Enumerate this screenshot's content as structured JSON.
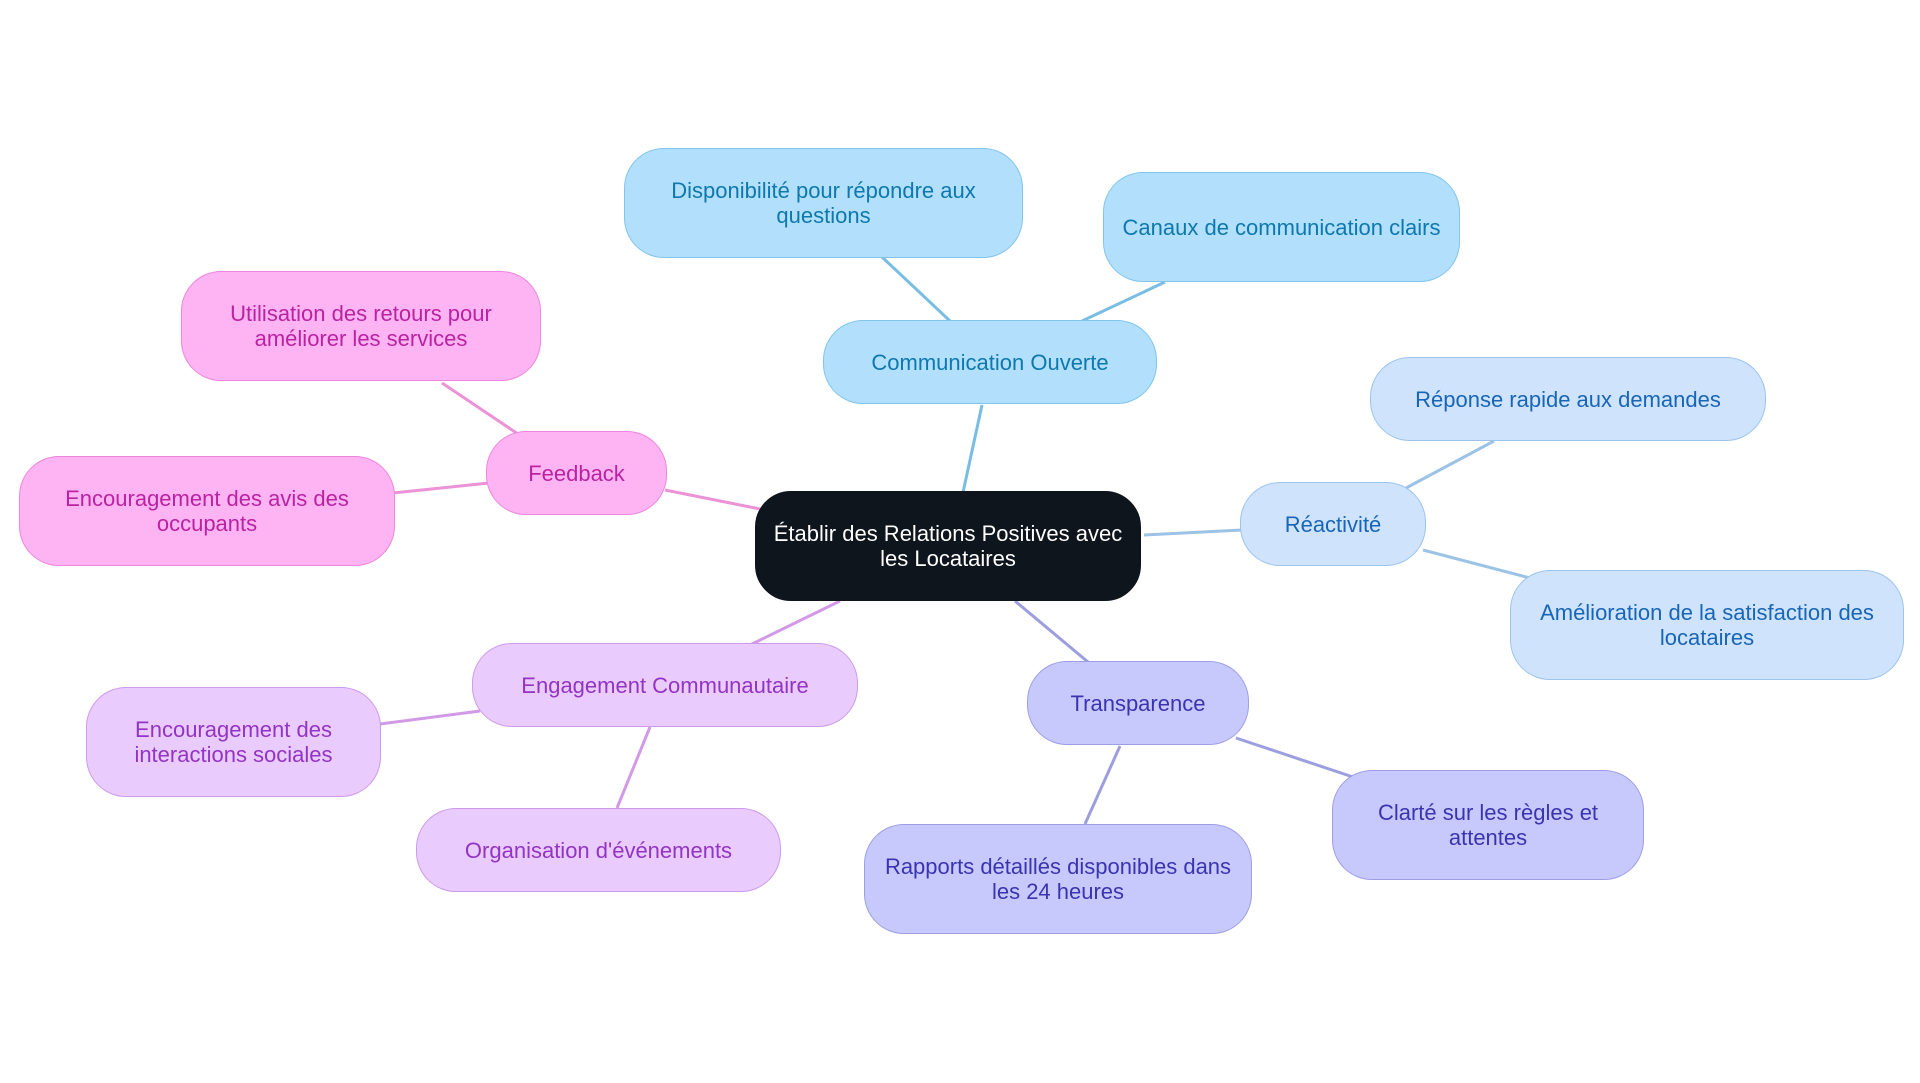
{
  "root": {
    "label": "Établir des Relations Positives avec les Locataires"
  },
  "branches": [
    {
      "key": "communication",
      "label": "Communication Ouverte",
      "color": "#7abde3",
      "children": [
        "Disponibilité pour répondre aux questions",
        "Canaux de communication clairs"
      ]
    },
    {
      "key": "reactivite",
      "label": "Réactivité",
      "color": "#9cc3e6",
      "children": [
        "Réponse rapide aux demandes",
        "Amélioration de la satisfaction des locataires"
      ]
    },
    {
      "key": "transparence",
      "label": "Transparence",
      "color": "#9c9ee0",
      "children": [
        "Rapports détaillés disponibles dans les 24 heures",
        "Clarté sur les règles et attentes"
      ]
    },
    {
      "key": "engagement",
      "label": "Engagement Communautaire",
      "color": "#d29ae6",
      "children": [
        "Encouragement des interactions sociales",
        "Organisation d'événements"
      ]
    },
    {
      "key": "feedback",
      "label": "Feedback",
      "color": "#ec92d6",
      "children": [
        "Utilisation des retours pour améliorer les services",
        "Encouragement des avis des occupants"
      ]
    }
  ]
}
